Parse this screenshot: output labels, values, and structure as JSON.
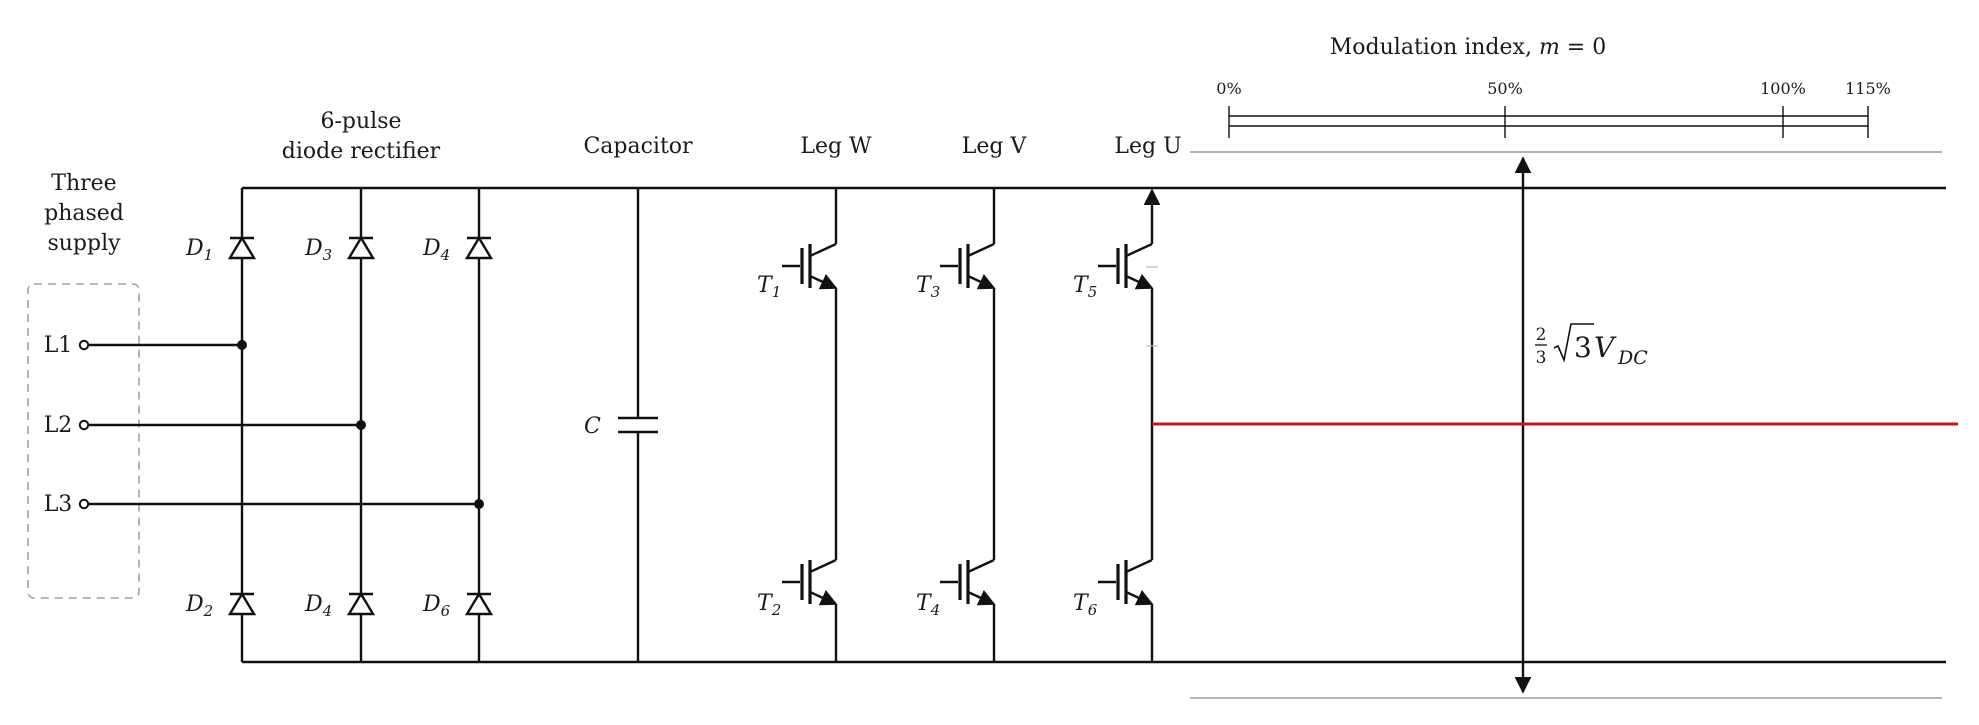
{
  "labels": {
    "supply_line1": "Three",
    "supply_line2": "phased",
    "supply_line3": "supply",
    "rectifier_line1": "6-pulse",
    "rectifier_line2": "diode rectifier",
    "capacitor_title": "Capacitor",
    "leg_w": "Leg W",
    "leg_v": "Leg V",
    "leg_u": "Leg U",
    "modulation_title": "Modulation index, ",
    "modulation_var": "m",
    "modulation_eq": " = 0",
    "capacitor_symbol": "C"
  },
  "phases": [
    {
      "name": "L1"
    },
    {
      "name": "L2"
    },
    {
      "name": "L3"
    }
  ],
  "diodes": [
    {
      "letter": "D",
      "index": "1"
    },
    {
      "letter": "D",
      "index": "3"
    },
    {
      "letter": "D",
      "index": "4"
    },
    {
      "letter": "D",
      "index": "2"
    },
    {
      "letter": "D",
      "index": "4"
    },
    {
      "letter": "D",
      "index": "6"
    }
  ],
  "transistors": [
    {
      "letter": "T",
      "index": "1"
    },
    {
      "letter": "T",
      "index": "3"
    },
    {
      "letter": "T",
      "index": "5"
    },
    {
      "letter": "T",
      "index": "2"
    },
    {
      "letter": "T",
      "index": "4"
    },
    {
      "letter": "T",
      "index": "6"
    }
  ],
  "modulation_scale": {
    "ticks": [
      "0%",
      "50%",
      "100%",
      "115%"
    ]
  },
  "voltage_label": {
    "num": "2",
    "den": "3",
    "root": "3",
    "v": "V",
    "sub": "DC"
  },
  "colors": {
    "line": "#111111",
    "grey_line": "#9a9a9a",
    "dashed_box": "#a0a0a0",
    "output_waveform": "#c4161c"
  }
}
